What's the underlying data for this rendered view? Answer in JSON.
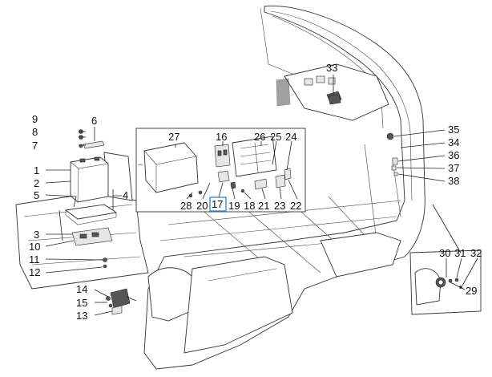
{
  "callouts": [
    "1",
    "2",
    "3",
    "4",
    "5",
    "6",
    "7",
    "8",
    "9",
    "10",
    "11",
    "12",
    "13",
    "14",
    "15",
    "16",
    "17",
    "18",
    "19",
    "20",
    "21",
    "22",
    "23",
    "24",
    "25",
    "26",
    "27",
    "28",
    "29",
    "30",
    "31",
    "32",
    "33",
    "34",
    "35",
    "36",
    "37",
    "38"
  ],
  "highlighted_callout": "17",
  "colors": {
    "line": "#222222",
    "highlight": "#3a8fd6",
    "shade": "#e6e6e6"
  }
}
